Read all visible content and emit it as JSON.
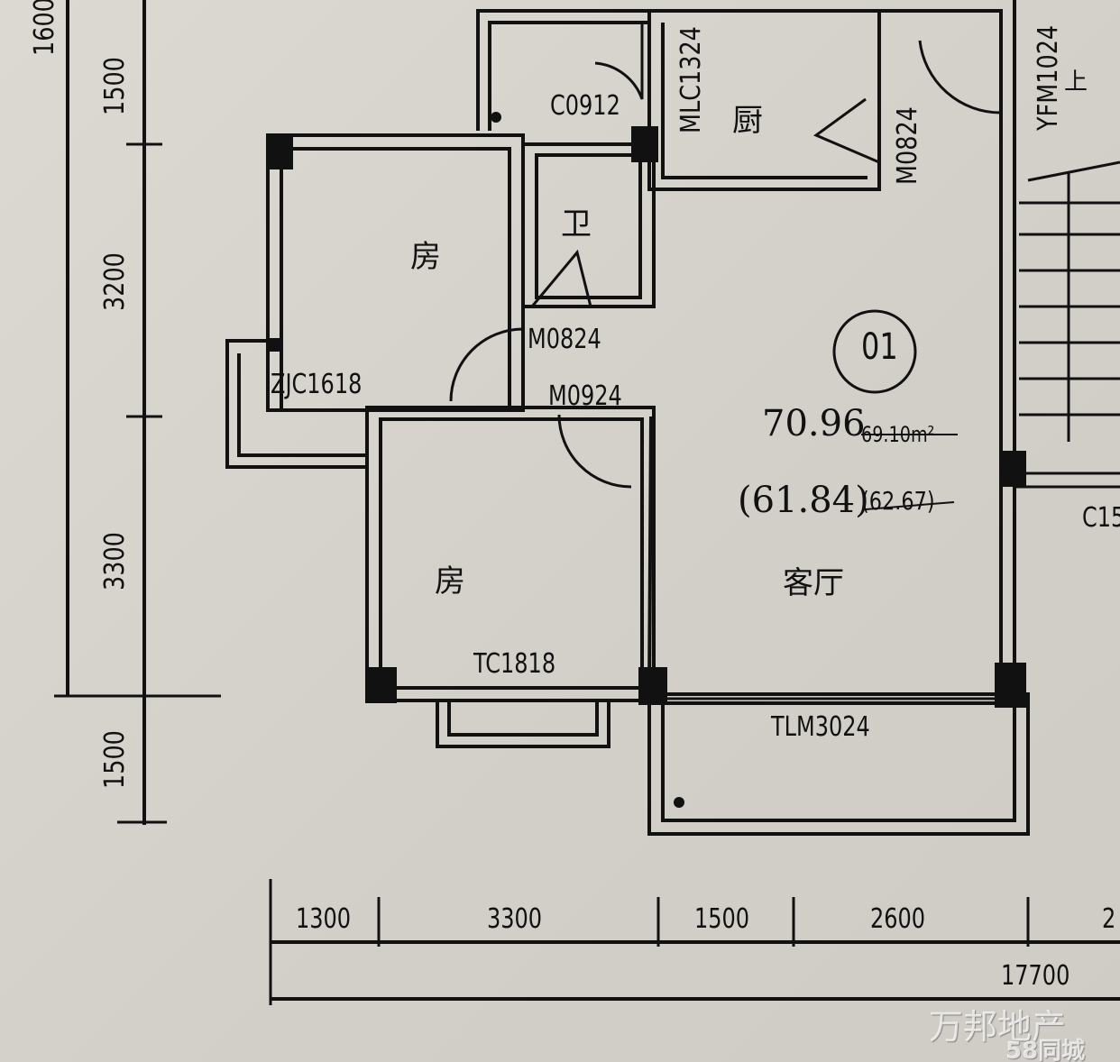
{
  "left_dims": [
    "1600",
    "1500",
    "3200",
    "3300",
    "1500"
  ],
  "bottom_dims": [
    "1300",
    "3300",
    "1500",
    "2600",
    "2"
  ],
  "total_dim": "17700",
  "rooms": {
    "bedroom1": "房",
    "bedroom2": "房",
    "bath": "卫",
    "kitchen": "厨",
    "living": "客厅"
  },
  "labels": {
    "c0912": "C0912",
    "mlc1324": "MLC1324",
    "m0824": "M0824",
    "yfm1024": "YFM1024",
    "up": "上",
    "m0824b": "M0824",
    "m0924": "M0924",
    "zjc1618": "ZJC1618",
    "tc1818": "TC1818",
    "tlm3024": "TLM3024",
    "c15": "C15"
  },
  "unit": {
    "number": "01",
    "area_printed": "69.10m²",
    "area_handwritten": "70.96",
    "inner_handwritten": "(61.84)",
    "inner_printed": "(62.67)"
  },
  "watermark": {
    "company": "万邦地产",
    "site": "58同城"
  }
}
